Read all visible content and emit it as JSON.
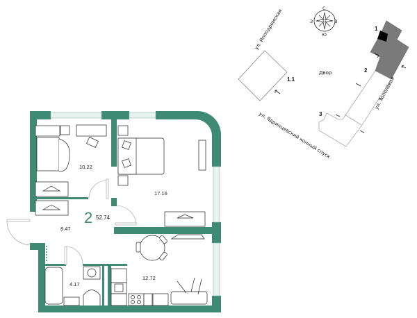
{
  "colors": {
    "wall": "#3e8a72",
    "window": "#e8f2ee",
    "furniture_stroke": "#222222",
    "building_highlight": "#7a7a7a",
    "building_section": "#000000"
  },
  "apartment": {
    "rooms_count": "2",
    "total_area": "52.74",
    "rooms": [
      {
        "id": "bedroom-small",
        "area": "10.22"
      },
      {
        "id": "bedroom-large",
        "area": "17.16"
      },
      {
        "id": "hallway",
        "area": "8.47"
      },
      {
        "id": "bathroom",
        "area": "4.17"
      },
      {
        "id": "kitchen-living",
        "area": "12.72"
      }
    ]
  },
  "site_plan": {
    "compass": {
      "north": "С",
      "east": "В",
      "south": "Ю",
      "west": "З"
    },
    "courtyard_label": "Двор",
    "streets": [
      {
        "id": "ippodromskaya",
        "label": "ул. Ипподромская"
      },
      {
        "id": "topolevaya",
        "label": "ул. Тополёвая"
      },
      {
        "id": "yadrintsevsky",
        "label": "ул. Ядринцевский конный спуск"
      }
    ],
    "building_sections": [
      {
        "id": "section-1",
        "label": "1"
      },
      {
        "id": "section-1-1",
        "label": "1.1"
      },
      {
        "id": "section-2",
        "label": "2"
      },
      {
        "id": "section-3",
        "label": "3"
      }
    ]
  }
}
